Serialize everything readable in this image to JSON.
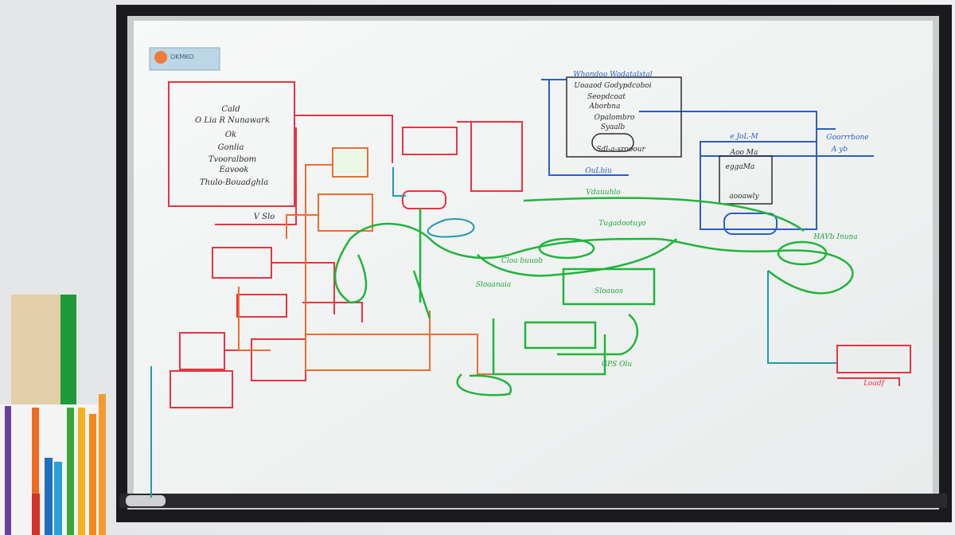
{
  "board": {
    "label_tag": "OKMKO",
    "left_box": [
      "Cald",
      "O Lia R Nunawark",
      "Ok",
      "Gonlia",
      "Tvooralbom",
      "Eavook",
      "Thulo-Bouadghla"
    ],
    "left_box_caption": "V Slo",
    "blue_box_title": "Whondoo Wodatalstal",
    "blue_box_lines": [
      "Uoaaod Godypdcoboi",
      "Seopdcoat",
      "Aborbna",
      "Opalombro",
      "Syaalb",
      "Sdl-a-srooour"
    ],
    "blue_box_caption": "OuLbiu",
    "right_box_title": "e JoL-M",
    "right_box_lines": [
      "Aoo Ma",
      "eggaMa",
      "aooawly"
    ],
    "right_note": [
      "Goorrrbone",
      "A yb"
    ],
    "green_labels": [
      "Vdauuhlo",
      "Tugadootuyo",
      "Cloa buuob",
      "Sloaanaia",
      "GPS Olu",
      "Sloauos",
      "HAVb Inuna"
    ],
    "red_bottom_note": "Loadf"
  },
  "colors": {
    "red": "#e8343f",
    "orange": "#f26b2a",
    "green": "#1fb53a",
    "blue": "#2a5fc0",
    "teal": "#1f9bb0",
    "frame": "#1b1b1d"
  }
}
